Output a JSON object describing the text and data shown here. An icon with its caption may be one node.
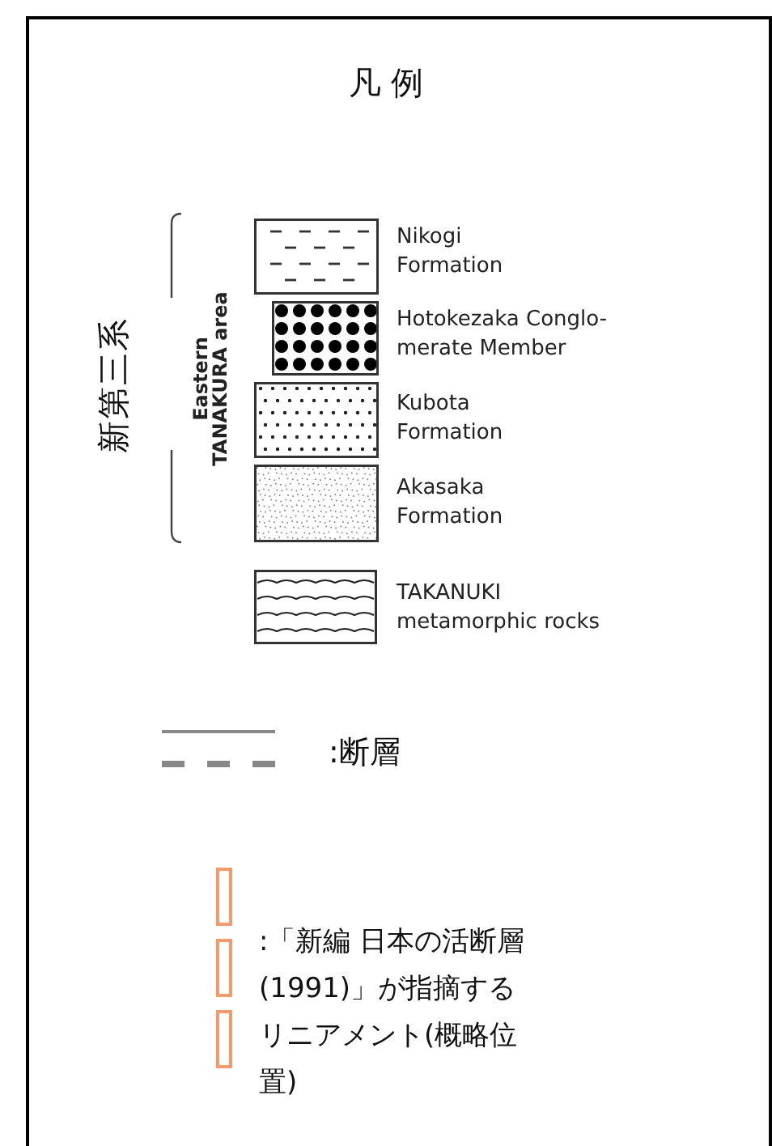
{
  "diagram": {
    "title": "凡 例",
    "labels": [
      "新第三系",
      "Eastern TANAKURA area"
    ],
    "legend": [
      {
        "text": "Nikogi Formation"
      },
      {
        "text": "Hotokezaka Conglo- merate Member"
      },
      {
        "text": "Kubota Formation"
      },
      {
        "text": "Akasaka Formation"
      },
      {
        "text": "TAKANUKI metamorphic rocks"
      },
      {
        "text": ":断層"
      },
      {
        "text": ":「新編 日本の活断層 (1991)」が指摘するリニアメント(概略位置)"
      }
    ]
  }
}
